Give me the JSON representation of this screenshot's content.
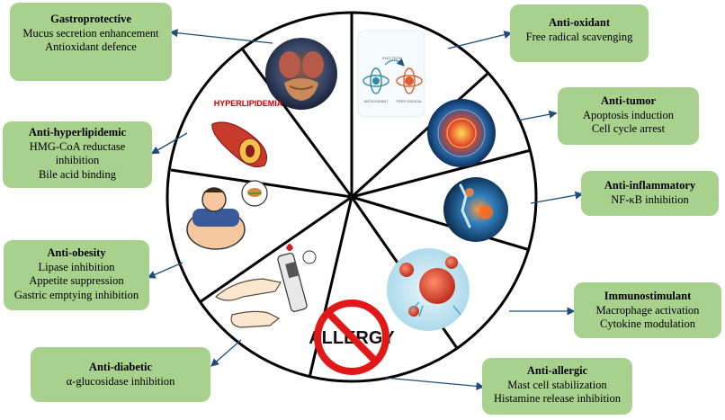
{
  "boxes": {
    "gastroprotective": {
      "title": "Gastroprotective",
      "lines": [
        "Mucus secretion enhancement",
        "Antioxidant defence"
      ]
    },
    "anti_oxidant": {
      "title": "Anti-oxidant",
      "lines": [
        "Free radical scavenging"
      ]
    },
    "anti_hyperlipidemic": {
      "title": "Anti-hyperlipidemic",
      "lines": [
        "HMG-CoA reductase",
        "inhibition",
        "Bile acid binding"
      ]
    },
    "anti_tumor": {
      "title": "Anti-tumor",
      "lines": [
        "Apoptosis induction",
        "Cell cycle arrest"
      ]
    },
    "anti_inflammatory": {
      "title": "Anti-inflammatory",
      "lines": [
        "NF-κB inhibition"
      ]
    },
    "anti_obesity": {
      "title": "Anti-obesity",
      "lines": [
        "Lipase inhibition",
        "Appetite suppression",
        "Gastric emptying inhibition"
      ]
    },
    "immunostimulant": {
      "title": "Immunostimulant",
      "lines": [
        "Macrophage activation",
        "Cytokine modulation"
      ]
    },
    "anti_diabetic": {
      "title": "Anti-diabetic",
      "lines": [
        "α-glucosidase inhibition"
      ]
    },
    "anti_allergic": {
      "title": "Anti-allergic",
      "lines": [
        "Mast cell stabilization",
        "Histamine release inhibition"
      ]
    }
  },
  "wheel_labels": {
    "hyperlipidemia": "HYPERLIPIDEMIA",
    "allergy": "ALLERGY",
    "antioxidant": "ANTIOXIDANT",
    "free_radical": "FREE RADICAL",
    "electron": "ELECTRON"
  },
  "colors": {
    "box_fill": "#a9d18e",
    "arrow": "#1f4e79",
    "wheel_stroke": "#000000"
  }
}
